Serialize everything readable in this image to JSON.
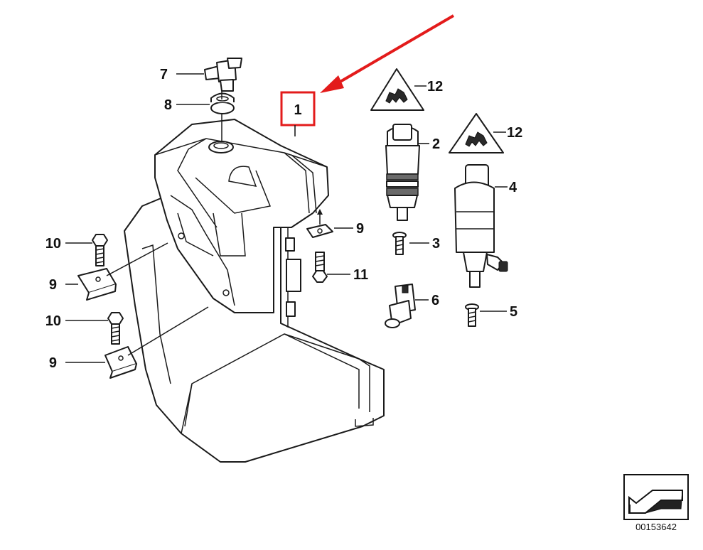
{
  "callouts": {
    "c1": "1",
    "c2": "2",
    "c3": "3",
    "c4": "4",
    "c5": "5",
    "c6": "6",
    "c7": "7",
    "c8": "8",
    "c9a": "9",
    "c9b": "9",
    "c9c": "9",
    "c10a": "10",
    "c10b": "10",
    "c11": "11",
    "c12a": "12",
    "c12b": "12"
  },
  "reference_code": "00153642",
  "colors": {
    "highlight": "#e31b1b",
    "line": "#1a1a1a"
  },
  "icons": [
    "warning-triangle-icon",
    "reference-arrow-icon"
  ]
}
